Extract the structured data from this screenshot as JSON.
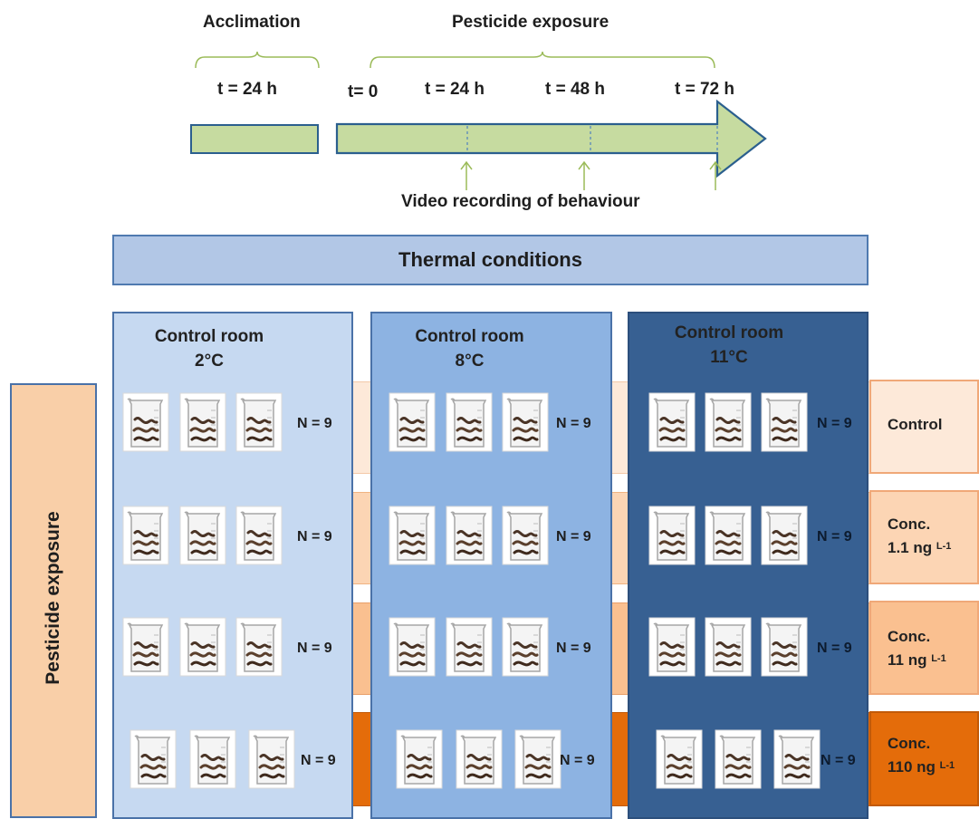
{
  "timeline": {
    "acclimation_label": "Acclimation",
    "acclimation_time": "t = 24 h",
    "exposure_label": "Pesticide exposure",
    "times": [
      "t= 0",
      "t = 24 h",
      "t = 48 h",
      "t = 72 h"
    ],
    "video_label": "Video recording of behaviour"
  },
  "thermal_header": "Thermal conditions",
  "side_label": "Pesticide exposure",
  "rooms": [
    {
      "line1": "Control room",
      "line2": "2°C"
    },
    {
      "line1": "Control room",
      "line2": "8°C"
    },
    {
      "line1": "Control room",
      "line2": "11°C"
    }
  ],
  "n_label": "N = 9",
  "treatments": [
    {
      "line1": "Control",
      "line2": "",
      "sup": ""
    },
    {
      "line1": "Conc.",
      "line2": "1.1 ng ",
      "sup": "L-1"
    },
    {
      "line1": "Conc.",
      "line2": "11 ng ",
      "sup": "L-1"
    },
    {
      "line1": "Conc.",
      "line2": "110 ng ",
      "sup": "L-1"
    }
  ],
  "colors": {
    "timeline_fill": "#c6dba0",
    "timeline_border": "#2b5f8e",
    "room_2c": "#c6d9f1",
    "room_8c": "#8db3e2",
    "room_11c": "#376092",
    "control_band": "#fde9d9",
    "conc_low_band": "#fcd5b4",
    "conc_mid_band": "#fac090",
    "conc_high_band": "#e46c0a"
  }
}
